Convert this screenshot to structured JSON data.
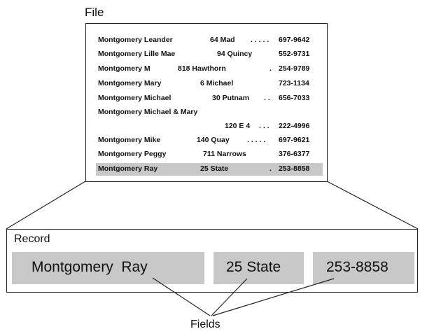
{
  "file": {
    "title": "File",
    "records": [
      {
        "name": "Montgomery Leander",
        "address": "64 Mad",
        "dots": ". . . . .",
        "phone": "697-9642"
      },
      {
        "name": "Montgomery Lille Mae",
        "address": "94 Quincy",
        "dots": "",
        "phone": "552-9731"
      },
      {
        "name": "Montgomery M",
        "address": "818 Hawthorn",
        "dots": ".",
        "phone": "254-9789"
      },
      {
        "name": "Montgomery Mary",
        "address": "6 Michael",
        "dots": "",
        "phone": "723-1134"
      },
      {
        "name": "Montgomery Michael",
        "address": "30 Putnam",
        "dots": ". .",
        "phone": "656-7033"
      },
      {
        "name": "Montgomery Michael & Mary",
        "address": "",
        "dots": "",
        "phone": ""
      },
      {
        "name": "",
        "address": "120 E 4",
        "dots": ". . .",
        "phone": "222-4996"
      },
      {
        "name": "Montgomery Mike",
        "address": "140 Quay",
        "dots": ". . . . .",
        "phone": "697-9621"
      },
      {
        "name": "Montgomery Peggy",
        "address": "711 Narrows",
        "dots": "",
        "phone": "376-6377"
      },
      {
        "name": "Montgomery Ray",
        "address": "25 State",
        "dots": ".",
        "phone": "253-8858"
      }
    ]
  },
  "record": {
    "title": "Record",
    "fields": [
      "Montgomery  Ray",
      "25 State",
      "253-8858"
    ]
  },
  "fields_label": "Fields",
  "colors": {
    "highlight": "#c8c8c8",
    "line": "#222222"
  }
}
